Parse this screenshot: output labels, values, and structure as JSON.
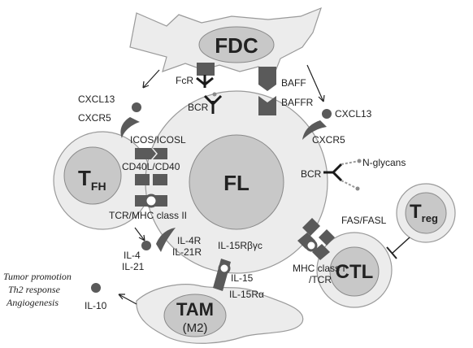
{
  "cells": {
    "fdc": "FDC",
    "fl": "FL",
    "tfh_main": "T",
    "tfh_sub": "FH",
    "treg_main": "T",
    "treg_sub": "reg",
    "ctl": "CTL",
    "tam": "TAM",
    "tam_sub": "(M2)"
  },
  "labels": {
    "fcr": "FcR",
    "baff": "BAFF",
    "baffr": "BAFFR",
    "bcr_top": "BCR",
    "cxcl13_left": "CXCL13",
    "cxcr5_left": "CXCR5",
    "cxcl13_right": "CXCL13",
    "cxcr5_right": "CXCR5",
    "icos": "ICOS/ICOSL",
    "cd40": "CD40L/CD40",
    "tcr_mhc2": "TCR/MHC class II",
    "bcr_right": "BCR",
    "nglycans": "N-glycans",
    "fas": "FAS/FASL",
    "il4": "IL-4",
    "il21": "IL-21",
    "il4r": "IL-4R",
    "il21r": "IL-21R",
    "il15rbgc": "IL-15Rβγc",
    "il15": "IL-15",
    "il15ra": "IL-15Rα",
    "mhc1": "MHC class I",
    "tcr": "/TCR",
    "il10": "IL-10",
    "tumor": "Tumor promotion",
    "th2": "Th2 response",
    "angio": "Angiogenesis"
  },
  "colors": {
    "outer_cell": "#ececec",
    "cell_edge": "#9a9a9a",
    "nucleus": "#c8c8c8",
    "receptor": "#5a5a5a",
    "ligand": "#666666"
  }
}
